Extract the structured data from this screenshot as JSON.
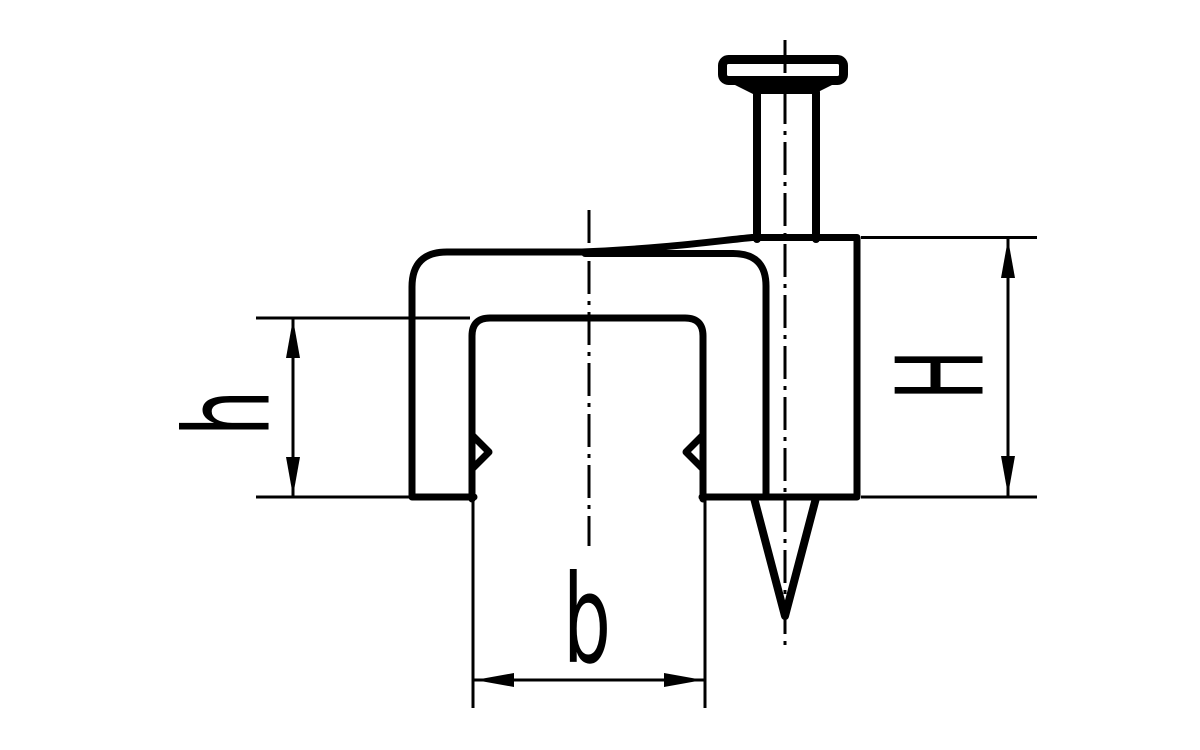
{
  "drawing": {
    "description": "Technical dimension drawing of a flat cable clip with a fixing nail, side profile view",
    "colors": {
      "line": "#000000",
      "background": "#ffffff"
    },
    "dimension_labels": {
      "h": "h",
      "b": "b",
      "H": "H"
    }
  }
}
